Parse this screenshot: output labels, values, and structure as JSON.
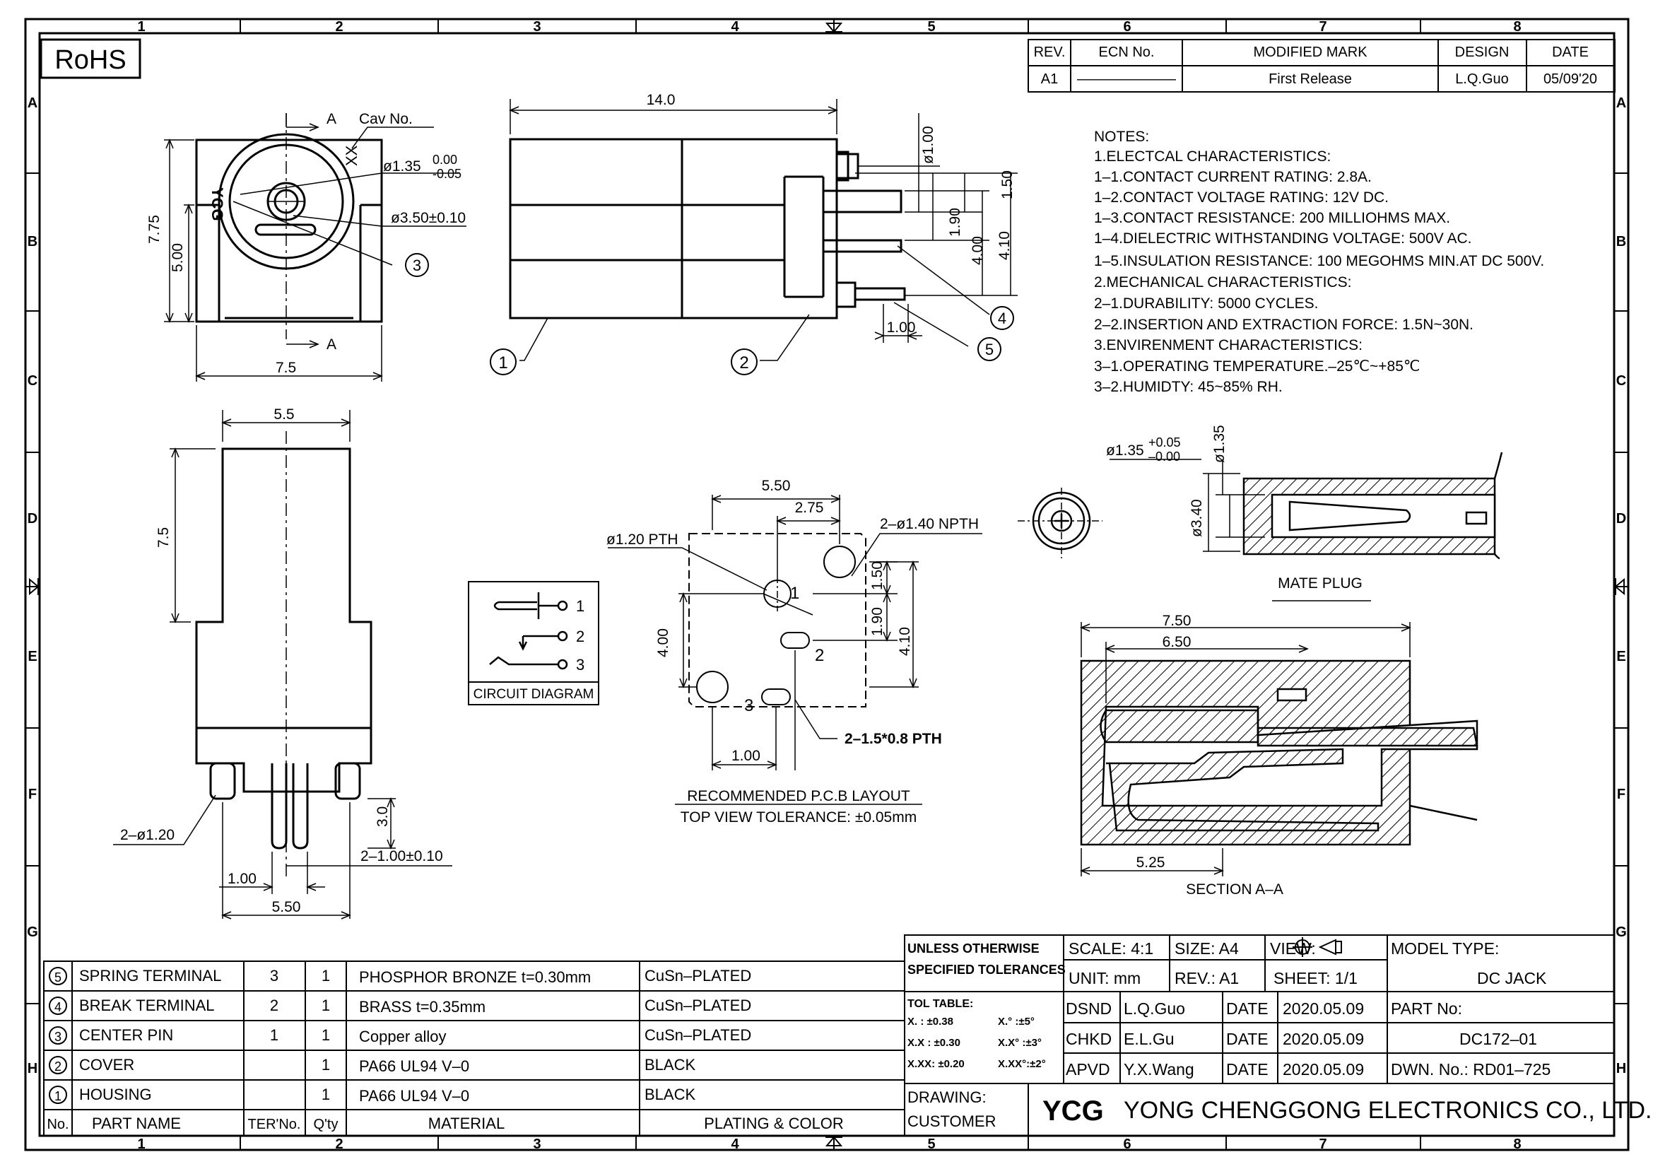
{
  "frame": {
    "columns": [
      "1",
      "2",
      "3",
      "4",
      "5",
      "6",
      "7",
      "8"
    ],
    "rows": [
      "A",
      "B",
      "C",
      "D",
      "E",
      "F",
      "G",
      "H"
    ]
  },
  "rohs": "RoHS",
  "revision": {
    "headers": [
      "REV.",
      "ECN No.",
      "MODIFIED MARK",
      "DESIGN",
      "DATE"
    ],
    "row": [
      "A1",
      "———————",
      "First Release",
      "L.Q.Guo",
      "05/09'20"
    ]
  },
  "notes": [
    "NOTES:",
    "1.ELECTCAL CHARACTERISTICS:",
    " 1–1.CONTACT CURRENT RATING: 2.8A.",
    " 1–2.CONTACT VOLTAGE RATING: 12V DC.",
    " 1–3.CONTACT RESISTANCE: 200 MILLIOHMS MAX.",
    " 1–4.DIELECTRIC WITHSTANDING VOLTAGE: 500V AC.",
    " 1–5.INSULATION RESISTANCE: 100 MEGOHMS MIN.AT DC 500V.",
    "2.MECHANICAL CHARACTERISTICS:",
    " 2–1.DURABILITY: 5000 CYCLES.",
    " 2–2.INSERTION AND EXTRACTION FORCE: 1.5N~30N.",
    "3.ENVIRENMENT CHARACTERISTICS:",
    " 3–1.OPERATING TEMPERATURE.–25℃~+85℃",
    " 3–2.HUMIDTY: 45~85% RH."
  ],
  "front_view": {
    "cav_no": "Cav No.",
    "section_mark": "A",
    "xx": "XX",
    "logo": "YCG",
    "d_pin": "ø1.35",
    "d_pin_tol_up": "0.00",
    "d_pin_tol_dn": "-0.05",
    "d_hole": "ø3.50±0.10",
    "h_total": "7.75",
    "h_body": "5.00",
    "w_total": "7.5",
    "callout": "3"
  },
  "side_view": {
    "length": "14.0",
    "d_pin": "ø1.00",
    "dim_150": "1.50",
    "dim_190": "1.90",
    "dim_400": "4.00",
    "dim_410": "4.10",
    "dim_100": "1.00",
    "callouts": [
      "1",
      "2",
      "4",
      "5"
    ]
  },
  "bottom_view": {
    "width": "5.5",
    "height": "7.5",
    "pin_d": "2–ø1.20",
    "pin_len": "3.0",
    "pin_w": "2–1.00±0.10",
    "pitch": "1.00",
    "span": "5.50"
  },
  "circuit": {
    "title": "CIRCUIT DIAGRAM",
    "pins": [
      "1",
      "2",
      "3"
    ]
  },
  "pcb": {
    "w_550": "5.50",
    "w_275": "2.75",
    "hole_pth": "ø1.20 PTH",
    "hole_npth": "2–ø1.40 NPTH",
    "dim_150": "1.50",
    "dim_190": "1.90",
    "dim_400": "4.00",
    "dim_410": "4.10",
    "dim_100": "1.00",
    "slot": "2–1.5*0.8 PTH",
    "pin_labels": [
      "1",
      "2",
      "3"
    ],
    "title": "RECOMMENDED P.C.B LAYOUT",
    "tolerance": "TOP VIEW TOLERANCE: ±0.05mm"
  },
  "mate_plug": {
    "d_pin": "ø1.35",
    "tol_up": "+0.05",
    "tol_dn": "–0.00",
    "d_side": "ø1.35",
    "d_body": "ø3.40",
    "title": "MATE PLUG"
  },
  "section": {
    "w_750": "7.50",
    "w_650": "6.50",
    "w_525": "5.25",
    "title": "SECTION A–A"
  },
  "bom": {
    "rows": [
      {
        "no": "5",
        "name": "SPRING TERMINAL",
        "ter": "3",
        "qty": "1",
        "material": "PHOSPHOR BRONZE t=0.30mm",
        "finish": "CuSn–PLATED"
      },
      {
        "no": "4",
        "name": "BREAK TERMINAL",
        "ter": "2",
        "qty": "1",
        "material": "BRASS t=0.35mm",
        "finish": "CuSn–PLATED"
      },
      {
        "no": "3",
        "name": "CENTER PIN",
        "ter": "1",
        "qty": "1",
        "material": "Copper alloy",
        "finish": "CuSn–PLATED"
      },
      {
        "no": "2",
        "name": "COVER",
        "ter": "",
        "qty": "1",
        "material": "PA66 UL94 V–0",
        "finish": "BLACK"
      },
      {
        "no": "1",
        "name": "HOUSING",
        "ter": "",
        "qty": "1",
        "material": "PA66 UL94 V–0",
        "finish": "BLACK"
      }
    ],
    "headers": [
      "No.",
      "PART NAME",
      "TER'No.",
      "Q'ty",
      "MATERIAL",
      "PLATING & COLOR"
    ]
  },
  "title_block": {
    "unless1": "UNLESS OTHERWISE",
    "unless2": "SPECIFIED TOLERANCES",
    "tol_title": "TOL TABLE:",
    "tol": [
      "X.  : ±0.38",
      "X.° :±5°",
      "X.X : ±0.30",
      "X.X° :±3°",
      "X.XX: ±0.20",
      "X.XX°:±2°"
    ],
    "drawing": "DRAWING:",
    "customer": "CUSTOMER",
    "scale": "SCALE: 4:1",
    "size": "SIZE: A4",
    "view": "VIEW:",
    "unit": "UNIT: mm",
    "rev": "REV.: A1",
    "sheet": "SHEET: 1/1",
    "dsnd": "DSND",
    "dsnd_name": "L.Q.Guo",
    "chkd": "CHKD",
    "chkd_name": "E.L.Gu",
    "apvd": "APVD",
    "apvd_name": "Y.X.Wang",
    "date_label": "DATE",
    "date": "2020.05.09",
    "model_type_label": "MODEL TYPE:",
    "model_type": "DC JACK",
    "part_no_label": "PART No:",
    "part_no": "DC172–01",
    "dwn_no": "DWN. No.: RD01–725",
    "company_logo": "YCG",
    "company": "YONG CHENGGONG ELECTRONICS CO., LTD."
  }
}
